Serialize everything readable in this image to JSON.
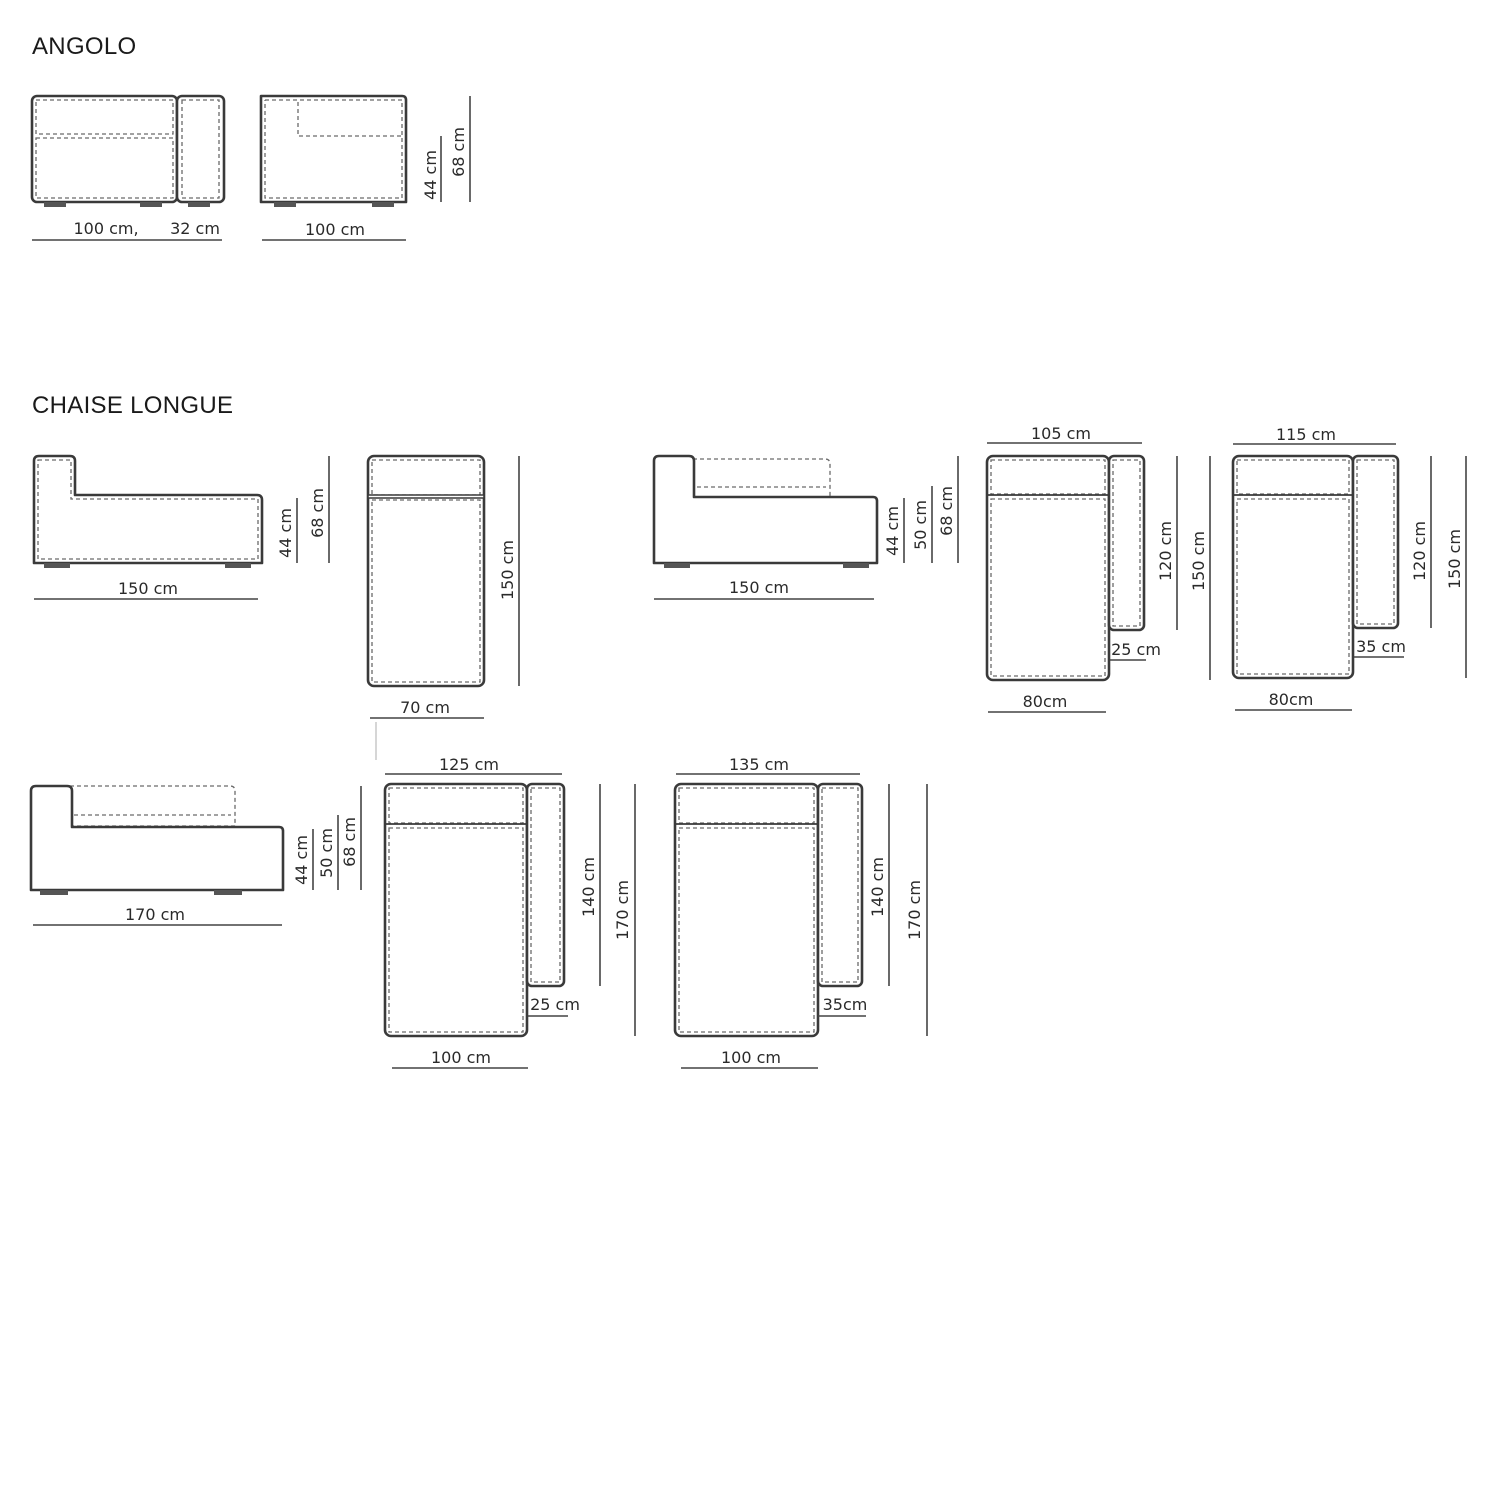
{
  "sections": {
    "angolo": "ANGOLO",
    "chaise_longue": "CHAISE LONGUE"
  },
  "angolo": {
    "front_width": "100 cm,",
    "arm_width": "32 cm",
    "side_depth": "100 cm",
    "seat_height": "44 cm",
    "total_height": "68 cm"
  },
  "chaise_150_side": {
    "length": "150 cm",
    "seat_height": "44 cm",
    "total_height": "68 cm"
  },
  "chaise_150_top": {
    "width": "70 cm",
    "length": "150 cm"
  },
  "chaise_150_arm_side": {
    "length": "150 cm",
    "seat_height": "44 cm",
    "arm_height": "50 cm",
    "total_height": "68 cm"
  },
  "chaise_150_arm25_top": {
    "total_width": "105 cm",
    "seat_width": "80cm",
    "arm_width": "25 cm",
    "arm_length": "120 cm",
    "total_length": "150 cm"
  },
  "chaise_150_arm35_top": {
    "total_width": "115 cm",
    "seat_width": "80cm",
    "arm_width": "35 cm",
    "arm_length": "120 cm",
    "total_length": "150 cm"
  },
  "chaise_170_side": {
    "length": "170 cm",
    "seat_height": "44 cm",
    "arm_height": "50 cm",
    "total_height": "68 cm"
  },
  "chaise_170_arm25_top": {
    "total_width": "125 cm",
    "seat_width": "100 cm",
    "arm_width": "25 cm",
    "arm_length": "140 cm",
    "total_length": "170 cm"
  },
  "chaise_170_arm35_top": {
    "total_width": "135 cm",
    "seat_width": "100 cm",
    "arm_width": "35cm",
    "arm_length": "140 cm",
    "total_length": "170 cm"
  }
}
